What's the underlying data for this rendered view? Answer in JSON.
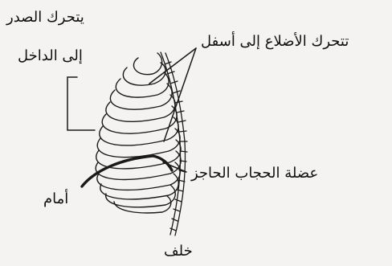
{
  "labels": {
    "chest_inward_line1": "يتحرك الصدر",
    "chest_inward_line2": "إلى الداخل",
    "ribs_move_down": "تتحرك الأضلاع إلى أسفل",
    "diaphragm_muscle": "عضلة الحجاب الحاجز",
    "front": "أمام",
    "back": "خلف"
  }
}
